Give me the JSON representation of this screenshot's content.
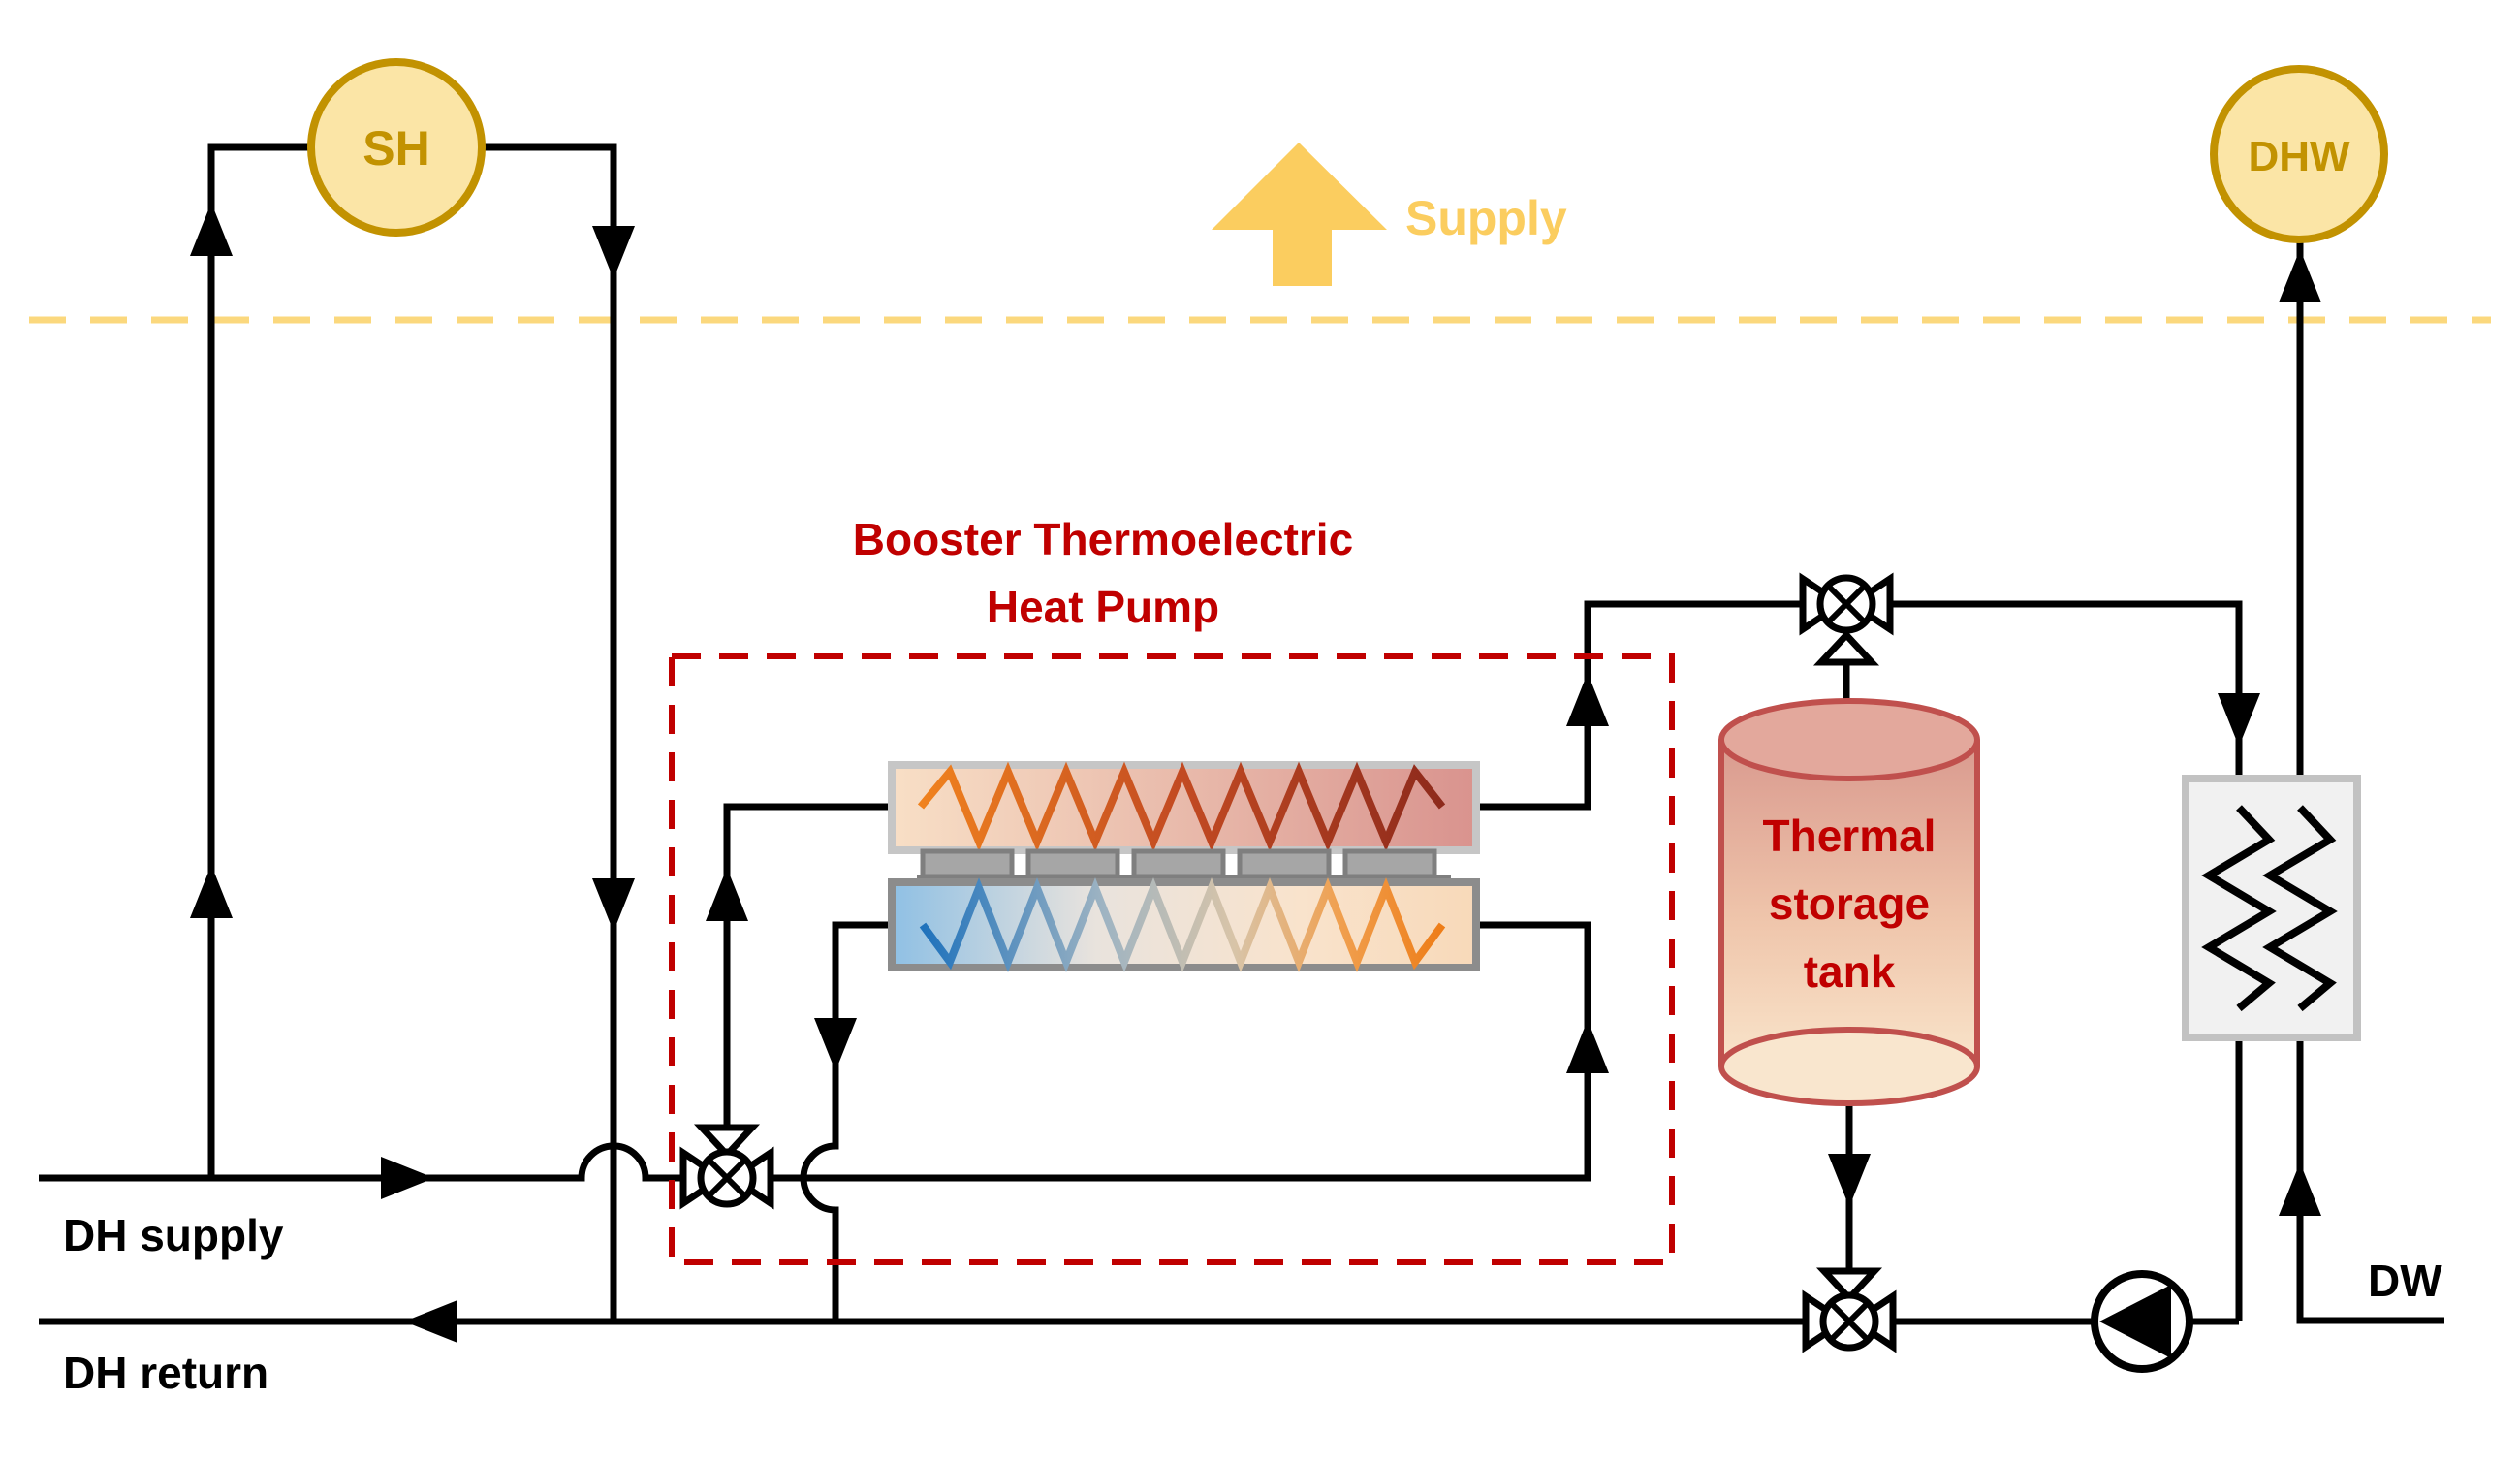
{
  "diagram": {
    "title_line1": "Booster Thermoelectric",
    "title_line2": "Heat Pump",
    "supply_label": "Supply",
    "nodes": {
      "space_heating": "SH",
      "domestic_hot_water": "DHW",
      "tank_line1": "Thermal",
      "tank_line2": "storage",
      "tank_line3": "tank"
    },
    "pipes": {
      "dh_supply": "DH supply",
      "dh_return": "DH return",
      "dw": "DW"
    },
    "icons": [
      "supply-arrow-icon",
      "three-way-valve-icon",
      "pump-icon",
      "heat-exchanger-zigzag-icon",
      "thermoelectric-module-icon"
    ],
    "colors": {
      "accent_gold": "#C29201",
      "gold_fill": "#FBE5A6",
      "supply_yellow": "#FBCD5F",
      "boundary_yellow": "#FBD87D",
      "brand_red": "#C00000",
      "tank_stroke": "#C0504D",
      "hot_zigzag_start": "#F0821E",
      "hot_zigzag_end": "#8E2A1C",
      "cold_zigzag_start": "#1F72BC",
      "cold_zigzag_end": "#EE7D18",
      "pipe_black": "#000000",
      "exchanger_gray": "#8C8C8C"
    }
  }
}
